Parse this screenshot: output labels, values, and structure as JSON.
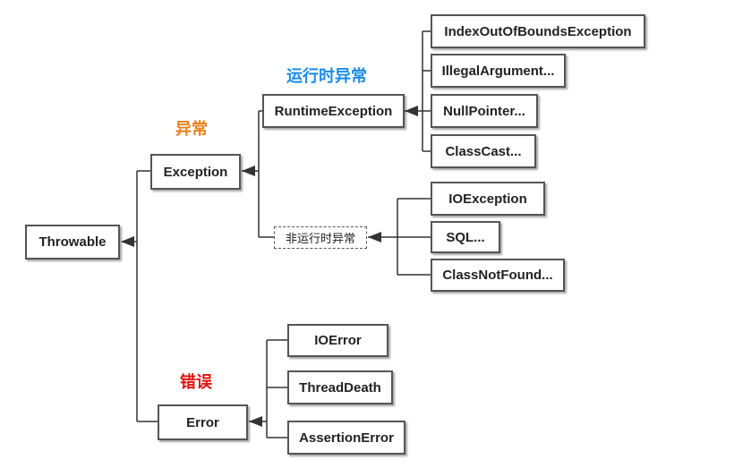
{
  "labels": {
    "exception_cn": "异常",
    "runtime_cn": "运行时异常",
    "error_cn": "错误"
  },
  "colors": {
    "exception_cn": "#e8801a",
    "runtime_cn": "#1a8ce8",
    "error_cn": "#e01010",
    "line": "#333333",
    "box_border": "#555555"
  },
  "nodes": {
    "throwable": "Throwable",
    "exception": "Exception",
    "runtime_exception": "RuntimeException",
    "non_runtime": "非运行时异常",
    "index_out_of_bounds": "IndexOutOfBoundsException",
    "illegal_argument": "IllegalArgument...",
    "null_pointer": "NullPointer...",
    "class_cast": "ClassCast...",
    "io_exception": "IOException",
    "sql": "SQL...",
    "class_not_found": "ClassNotFound...",
    "error": "Error",
    "io_error": "IOError",
    "thread_death": "ThreadDeath",
    "assertion_error": "AssertionError"
  }
}
